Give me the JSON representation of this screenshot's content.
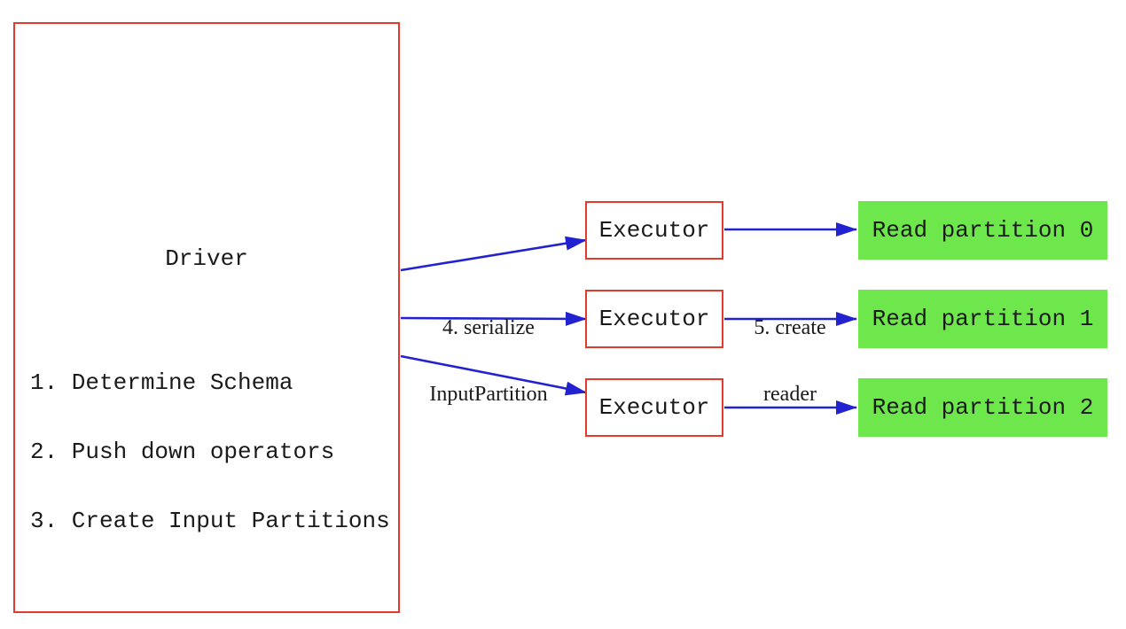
{
  "diagram": {
    "driver": {
      "title": "Driver",
      "steps": [
        "1. Determine Schema",
        "2. Push down operators",
        "3. Create Input Partitions"
      ]
    },
    "executors": [
      {
        "label": "Executor"
      },
      {
        "label": "Executor"
      },
      {
        "label": "Executor"
      }
    ],
    "partitions": [
      {
        "label": "Read partition 0"
      },
      {
        "label": "Read partition 1"
      },
      {
        "label": "Read partition 2"
      }
    ],
    "edge_labels": {
      "serialize": {
        "line1": "4. serialize",
        "line2": "InputPartition"
      },
      "create_reader": {
        "line1": "5. create",
        "line2": "reader"
      }
    },
    "colors": {
      "box_border_red": "#e33b2b",
      "arrow_blue": "#2222d0",
      "partition_green": "#6de74c",
      "text_color": "#1a1a1a",
      "background": "#ffffff"
    }
  }
}
